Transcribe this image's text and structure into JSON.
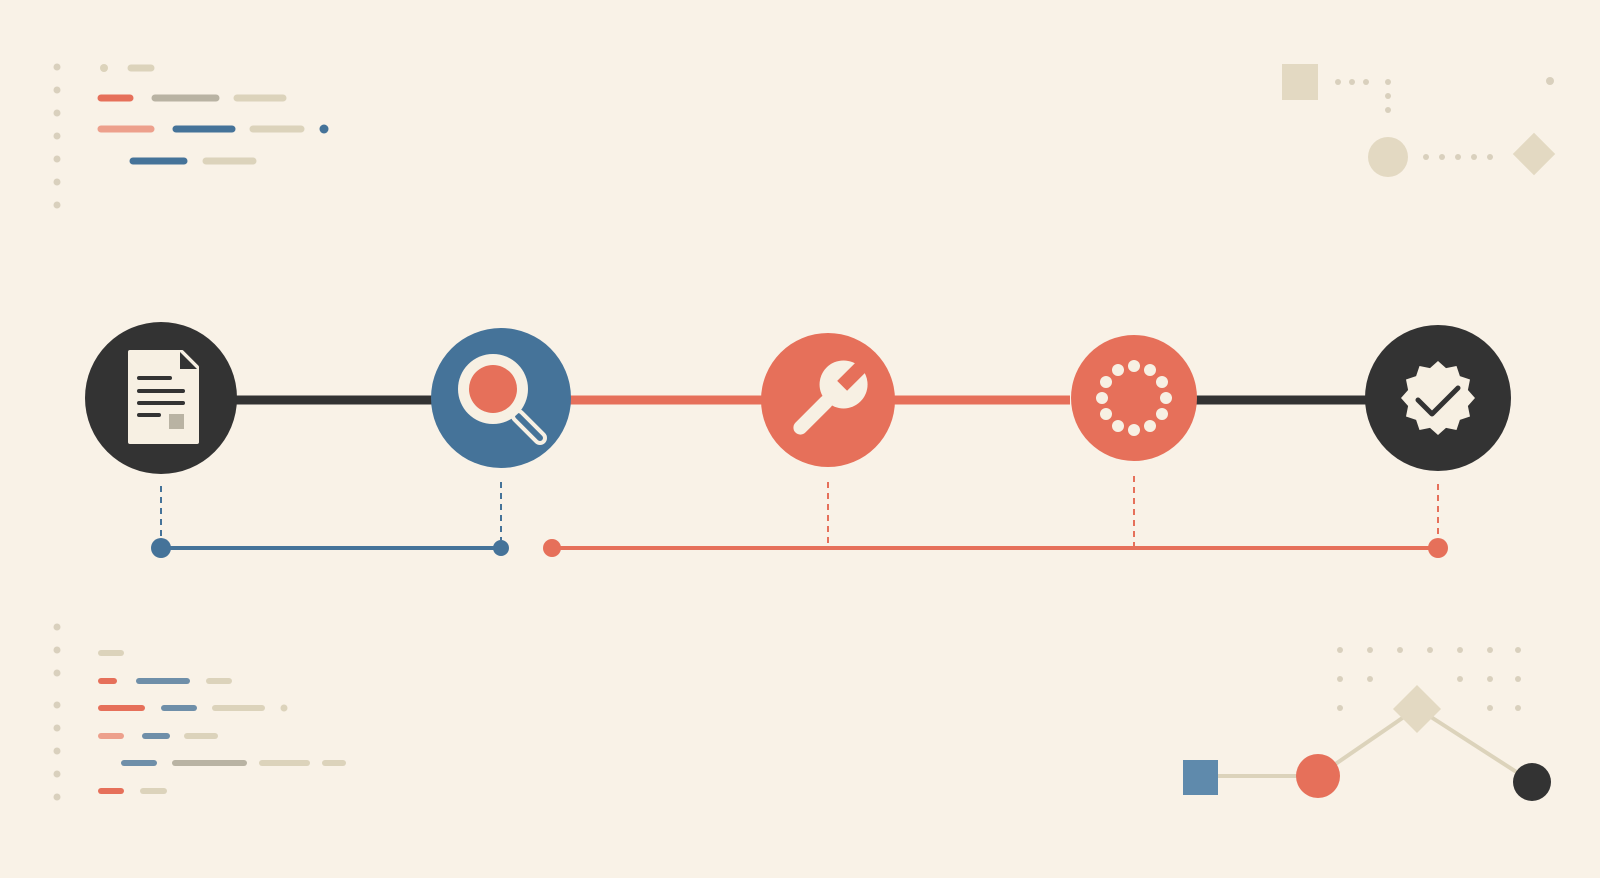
{
  "colors": {
    "background": "#f9f2e7",
    "dark": "#333333",
    "blue": "#457399",
    "coral": "#e6705a",
    "beige": "#dcd3bb",
    "dot": "#d9d0bd",
    "white": "#f7f0e3"
  },
  "stages": [
    {
      "icon": "document-icon",
      "color": "dark"
    },
    {
      "icon": "magnifier-icon",
      "color": "blue"
    },
    {
      "icon": "wrench-icon",
      "color": "coral"
    },
    {
      "icon": "loading-ring-icon",
      "color": "coral"
    },
    {
      "icon": "verified-badge-icon",
      "color": "dark"
    }
  ],
  "connectors": [
    "dark",
    "coral",
    "coral",
    "dark"
  ],
  "brackets": [
    {
      "color": "blue",
      "spans_stages": [
        1,
        2
      ]
    },
    {
      "color": "coral",
      "spans_stages": [
        3,
        5
      ]
    }
  ]
}
